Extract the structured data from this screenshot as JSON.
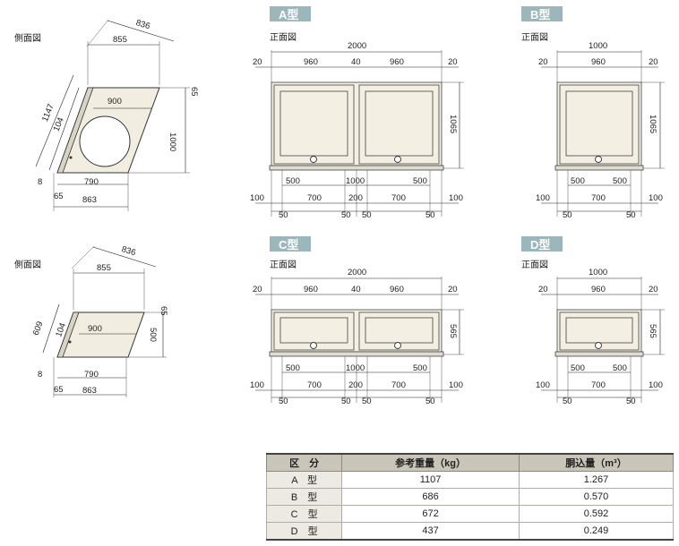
{
  "badges": {
    "a": "A型",
    "b": "B型",
    "c": "C型",
    "d": "D型"
  },
  "labels": {
    "side_view": "側面図",
    "front_view": "正面図"
  },
  "colors": {
    "badge": "#9bb7bc",
    "body": "#f1ede1",
    "table_header": "#c9c6b9"
  },
  "side_top": {
    "diag": "836",
    "top": "855",
    "depth": "900",
    "slant": "1147",
    "inner": "104",
    "right_small": "65",
    "height": "1000",
    "left_small": "8",
    "bottom_small": "65",
    "bottom": "790",
    "overall": "863"
  },
  "side_bottom": {
    "diag": "836",
    "top": "855",
    "depth": "900",
    "slant": "609",
    "inner": "104",
    "right_small": "65",
    "height": "500",
    "left_small": "8",
    "bottom_small": "65",
    "bottom": "790",
    "overall": "863"
  },
  "front_double_a": {
    "overall": "2000",
    "left_gap": "20",
    "door1": "960",
    "mid_gap": "40",
    "door2": "960",
    "right_gap": "20",
    "height": "1065",
    "b1": "500",
    "b2": "1000",
    "b3": "500",
    "c1": "700",
    "c2": "200",
    "c3": "700",
    "l100": "100",
    "r100": "100",
    "f1": "50",
    "f2": "50",
    "f3": "50",
    "f4": "50"
  },
  "front_single_b": {
    "overall": "1000",
    "left_gap": "20",
    "door": "960",
    "right_gap": "20",
    "height": "1065",
    "b1": "500",
    "b2": "500",
    "c1": "700",
    "l100": "100",
    "r100": "100",
    "f1": "50",
    "f2": "50"
  },
  "front_double_c": {
    "overall": "2000",
    "left_gap": "20",
    "door1": "960",
    "mid_gap": "40",
    "door2": "960",
    "right_gap": "20",
    "height": "565",
    "b1": "500",
    "b2": "1000",
    "b3": "500",
    "c1": "700",
    "c2": "200",
    "c3": "700",
    "l100": "100",
    "r100": "100",
    "f1": "50",
    "f2": "50",
    "f3": "50",
    "f4": "50"
  },
  "front_single_d": {
    "overall": "1000",
    "left_gap": "20",
    "door": "960",
    "right_gap": "20",
    "height": "565",
    "b1": "500",
    "b2": "500",
    "c1": "700",
    "l100": "100",
    "r100": "100",
    "f1": "50",
    "f2": "50"
  },
  "table": {
    "headers": [
      "区　分",
      "参考重量（kg）",
      "胴込量（m³）"
    ],
    "rows": [
      [
        "A　型",
        "1107",
        "1.267"
      ],
      [
        "B　型",
        "686",
        "0.570"
      ],
      [
        "C　型",
        "672",
        "0.592"
      ],
      [
        "D　型",
        "437",
        "0.249"
      ]
    ]
  }
}
